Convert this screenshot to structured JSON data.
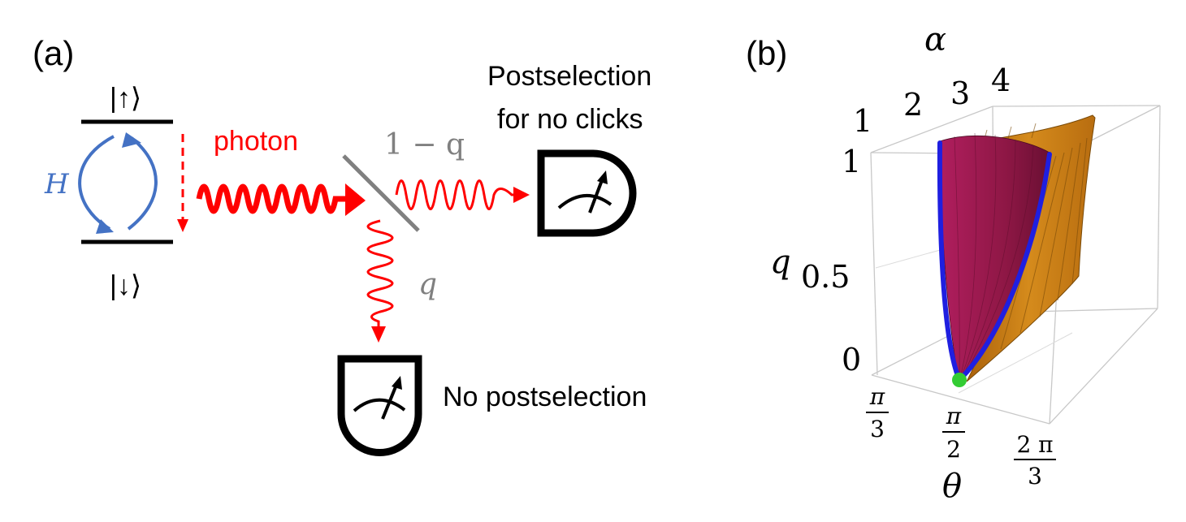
{
  "panel_a": {
    "label": "(a)",
    "level_up": "|↑⟩",
    "level_down": "|↓⟩",
    "hamiltonian": "H",
    "photon": "photon",
    "transmission": "1 − q",
    "reflection": "q",
    "detector_top_line1": "Postselection",
    "detector_top_line2": "for no clicks",
    "detector_bottom": "No postselection",
    "colors": {
      "drive": "#4472c4",
      "photon": "#ff0000",
      "splitter": "#808080",
      "detector": "#000000"
    }
  },
  "panel_b": {
    "label": "(b)",
    "axis_alpha": "α",
    "axis_q": "q",
    "axis_theta": "θ",
    "alpha_ticks": [
      "1",
      "2",
      "3",
      "4"
    ],
    "q_ticks": [
      "1",
      "0.5",
      "0"
    ],
    "theta_ticks": [
      {
        "num": "π",
        "den": "3"
      },
      {
        "num": "π",
        "den": "2"
      },
      {
        "num": "2 π",
        "den": "3"
      }
    ],
    "colors": {
      "surface_front": "#9b1a4f",
      "surface_back": "#c8780e",
      "curve": "#1f1fe0",
      "point": "#33cc33"
    }
  }
}
